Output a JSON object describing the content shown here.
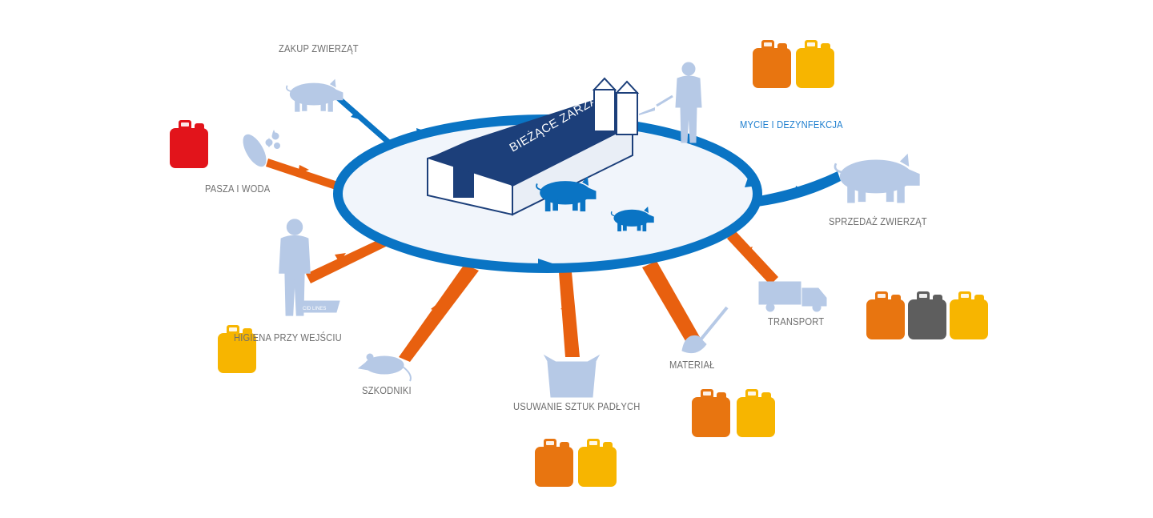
{
  "diagram": {
    "center": {
      "label": "BIEŻĄCE ZARZĄDZANIE"
    },
    "nodes": [
      {
        "id": "zakup",
        "label": "ZAKUP ZWIERZĄT",
        "flow": "inbound",
        "color": "blue"
      },
      {
        "id": "pasza",
        "label": "PASZA I WODA",
        "flow": "inbound",
        "color": "orange"
      },
      {
        "id": "higiena",
        "label": "HIGIENA PRZY WEJŚCIU",
        "flow": "inbound",
        "color": "orange"
      },
      {
        "id": "szkodniki",
        "label": "SZKODNIKI",
        "flow": "inbound",
        "color": "orange"
      },
      {
        "id": "usuwanie",
        "label": "USUWANIE SZTUK PADŁYCH",
        "flow": "inbound",
        "color": "orange"
      },
      {
        "id": "material",
        "label": "MATERIAŁ",
        "flow": "outbound",
        "color": "orange"
      },
      {
        "id": "transport",
        "label": "TRANSPORT",
        "flow": "outbound",
        "color": "orange"
      },
      {
        "id": "sprzedaz",
        "label": "SPRZEDAŻ ZWIERZĄT",
        "flow": "outbound",
        "color": "blue"
      },
      {
        "id": "mycie",
        "label": "MYCIE I DEZYNFEKCJA",
        "flow": "cycle",
        "color": "blue"
      }
    ],
    "boot_text": "CID LINES",
    "colors": {
      "blue": "#0a74c4",
      "orange": "#e8600f",
      "silhouette": "#b6c9e6",
      "barn_roof": "#1c3f7a",
      "ellipse_fill": "#f1f5fb",
      "can_red": "#e2141b",
      "can_orange": "#e87510",
      "can_yellow": "#f7b500",
      "can_gray": "#5e5e5e"
    },
    "canisters": {
      "mycie": [
        "orange",
        "yellow"
      ],
      "pasza": [
        "red"
      ],
      "higiena": [
        "yellow"
      ],
      "usuwanie": [
        "orange",
        "yellow"
      ],
      "material": [
        "orange",
        "yellow"
      ],
      "transport": [
        "orange",
        "gray",
        "yellow"
      ]
    }
  }
}
